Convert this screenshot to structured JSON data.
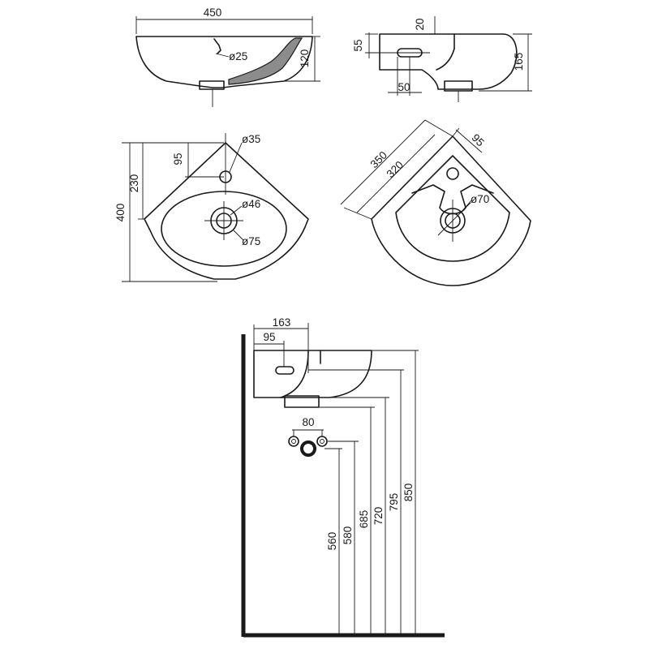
{
  "views": {
    "front": {
      "width": "450",
      "height": "120",
      "tap_hole": "ø25"
    },
    "side": {
      "top_offset": "20",
      "overflow_height": "55",
      "overflow_offset": "50",
      "height": "165"
    },
    "top": {
      "depth": "400",
      "tap_depth": "230",
      "tap_offset": "95",
      "tap_hole": "ø35",
      "drain_hole": "ø46",
      "drain_outer": "ø75"
    },
    "corner": {
      "outer": "350",
      "inner": "320",
      "tap_offset": "95",
      "drain": "ø70"
    },
    "installation": {
      "projection": "163",
      "overflow_offset": "95",
      "trap_spacing": "80",
      "heights": [
        "560",
        "580",
        "685",
        "720",
        "795",
        "850"
      ]
    }
  }
}
